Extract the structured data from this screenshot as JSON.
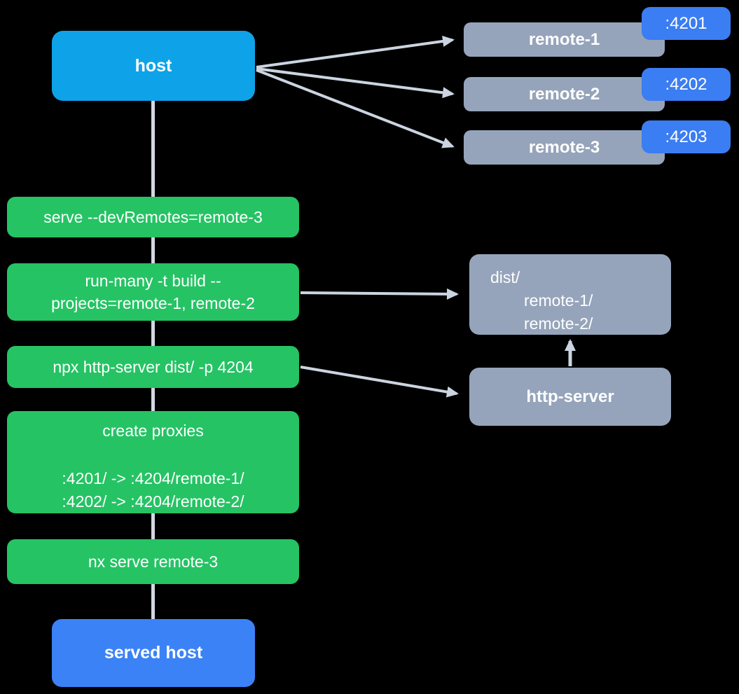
{
  "palette": {
    "background": "#000000",
    "host_blue": "#0EA3E8",
    "served_host_blue": "#3B82F6",
    "port_badge_blue": "#3B7DF2",
    "command_green": "#25C364",
    "node_gray": "#95A4BA",
    "connector_gray": "#CBD4E0",
    "text_white": "#FFFFFF"
  },
  "host": {
    "label": "host"
  },
  "served_host": {
    "label": "served host"
  },
  "remotes": [
    {
      "label": "remote-1",
      "port": ":4201"
    },
    {
      "label": "remote-2",
      "port": ":4202"
    },
    {
      "label": "remote-3",
      "port": ":4203"
    }
  ],
  "steps": {
    "serve": {
      "text": "serve --devRemotes=remote-3"
    },
    "run_many": {
      "line1": "run-many -t build --",
      "line2": "projects=remote-1, remote-2"
    },
    "http_server_cmd": {
      "text": "npx http-server dist/ -p 4204"
    },
    "create_proxies": {
      "title": "create proxies",
      "proxy1": ":4201/ -> :4204/remote-1/",
      "proxy2": ":4202/ -> :4204/remote-2/"
    },
    "nx_serve": {
      "text": "nx serve remote-3"
    }
  },
  "dist": {
    "title": "dist/",
    "entries": [
      "remote-1/",
      "remote-2/"
    ]
  },
  "http_server": {
    "label": "http-server"
  }
}
